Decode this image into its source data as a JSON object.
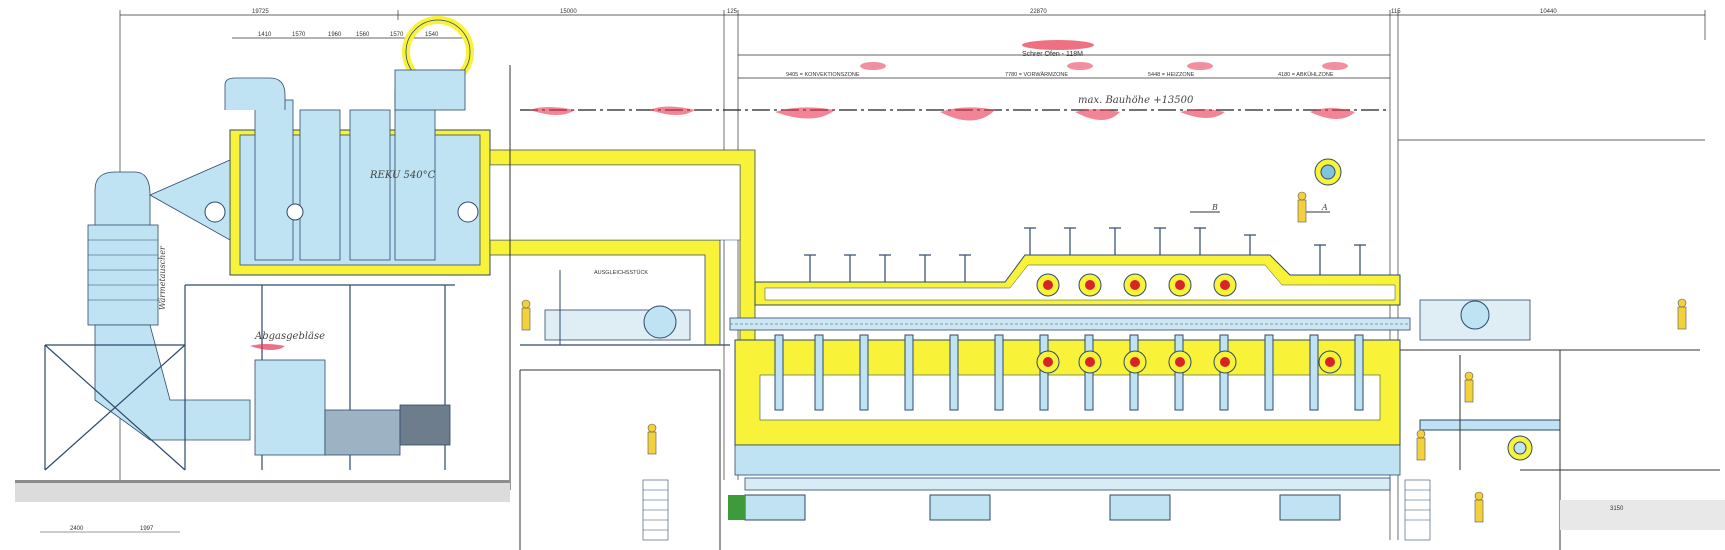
{
  "drawing": {
    "oven_length_label": "Schrer Ofen - 118M",
    "max_height_label": "max. Bauhöhe +13500",
    "recuperator_label": "REKU 540°C",
    "exhaust_label": "Abgasgebläse",
    "heat_exchanger_label": "Wärmetauscher",
    "zones": [
      {
        "label": "9405 = KONVEKTIONSZONE"
      },
      {
        "label": "7780 = VORWÄRMZONE"
      },
      {
        "label": "5448 = HEIZZONE"
      },
      {
        "label": "4180 = ABKÜHLZONE"
      }
    ],
    "top_dimensions": [
      "19725",
      "15000",
      "125",
      "22870",
      "115",
      "10440"
    ],
    "fan_dimensions": [
      "1410",
      "1570",
      "1960",
      "1560",
      "1570",
      "1540"
    ],
    "platform_label": "AUSGLEICHSSTÜCK",
    "section_labels": [
      "B",
      "A"
    ],
    "bottom_dims": [
      "2400",
      "1997",
      "3150"
    ],
    "colors": {
      "duct": "#f8f238",
      "vessel": "#bfe3f2",
      "line": "#2d4a6e",
      "red_mark": "#e8334e",
      "burner": "#d8232a",
      "ground": "#8c8c8c"
    }
  }
}
